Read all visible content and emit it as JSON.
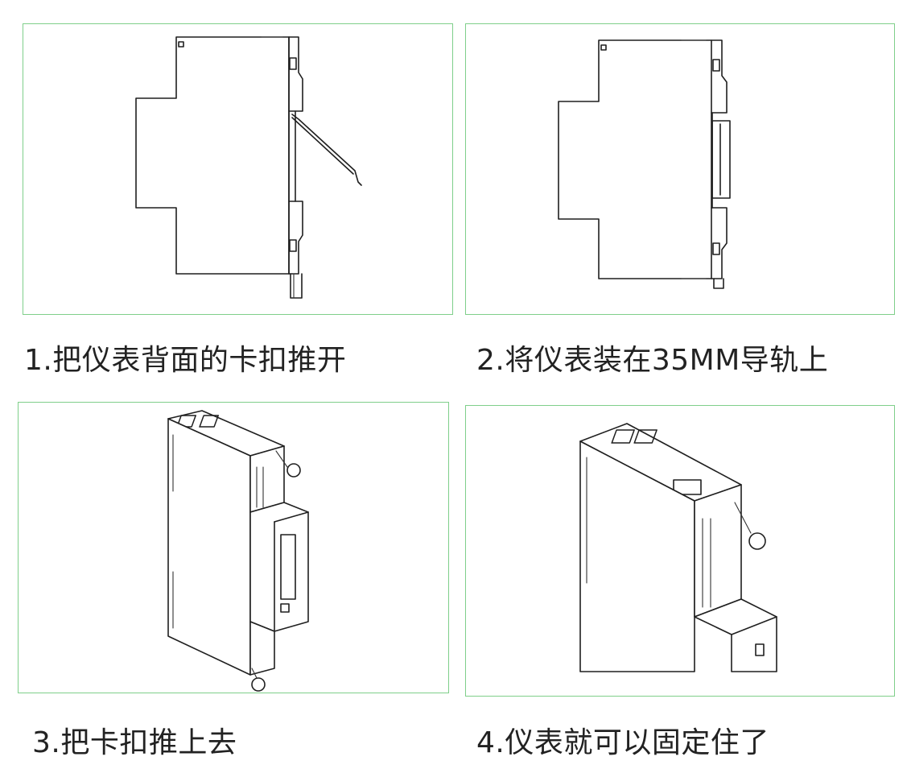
{
  "steps": [
    {
      "caption": "1.把仪表背面的卡扣推开"
    },
    {
      "caption": "2.将仪表装在35MM导轨上"
    },
    {
      "caption": "3.把卡扣推上去"
    },
    {
      "caption": "4.仪表就可以固定住了"
    }
  ],
  "colors": {
    "panel_border": "#7fcf8a",
    "line": "#1f1f1f",
    "text": "#222222"
  }
}
